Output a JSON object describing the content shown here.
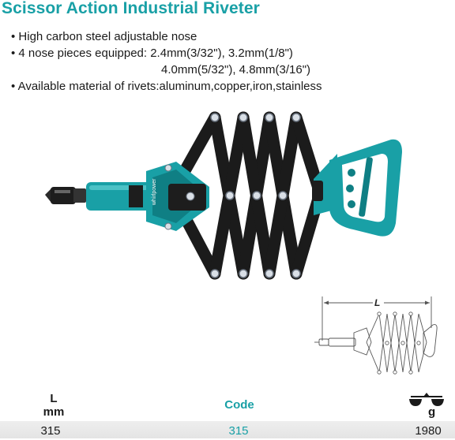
{
  "title": "Scissor Action Industrial Riveter",
  "features": [
    "• High carbon steel adjustable nose",
    "• 4 nose pieces equipped: 2.4mm(3/32\"), 3.2mm(1/8\")",
    "4.0mm(5/32\"), 4.8mm(3/16\")",
    "• Available material of rivets:aluminum,copper,iron,stainless"
  ],
  "brand_text": "whirlpower",
  "diagram_label": "L",
  "table": {
    "col_length_label": "L",
    "col_length_unit": "mm",
    "col_code_label": "Code",
    "col_weight_unit": "g",
    "row": {
      "length": "315",
      "code": "315",
      "weight": "1980"
    }
  },
  "colors": {
    "accent": "#19a0a6",
    "arms": "#1b1b1b",
    "band": "#e8e8e8"
  }
}
